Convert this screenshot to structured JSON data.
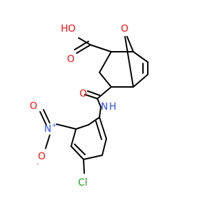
{
  "colors": {
    "bond": "#000000",
    "oxygen": "#ff0d0d",
    "nitrogen": "#3050f8",
    "chlorine": "#1fa01f"
  },
  "atoms": {
    "bridge_o": "O",
    "acid_oh": "HO",
    "acid_o": "O",
    "amide_o": "O",
    "amide_n": "N",
    "amide_h": "H",
    "nitro_n": "N",
    "nitro_plus": "+",
    "nitro_o_top": "O",
    "nitro_o_minus": "O",
    "nitro_minus": "-",
    "chlorine": "Cl"
  }
}
